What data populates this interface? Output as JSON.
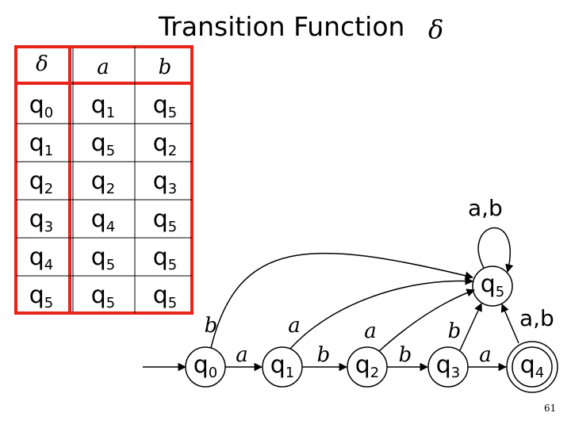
{
  "title": "Transition Function",
  "title_symbol": "δ",
  "table": {
    "header": [
      "δ",
      "a",
      "b"
    ],
    "rows": [
      {
        "state": "q0",
        "a": "q1",
        "b": "q5"
      },
      {
        "state": "q1",
        "a": "q5",
        "b": "q2"
      },
      {
        "state": "q2",
        "a": "q2",
        "b": "q3"
      },
      {
        "state": "q3",
        "a": "q4",
        "b": "q5"
      },
      {
        "state": "q4",
        "a": "q5",
        "b": "q5"
      },
      {
        "state": "q5",
        "a": "q5",
        "b": "q5"
      }
    ]
  },
  "diagram": {
    "states": [
      "q0",
      "q1",
      "q2",
      "q3",
      "q4",
      "q5"
    ],
    "accepting_state": "q4",
    "transitions": [
      {
        "from": "q0",
        "to": "q1",
        "label": "a"
      },
      {
        "from": "q1",
        "to": "q2",
        "label": "b"
      },
      {
        "from": "q2",
        "to": "q3",
        "label": "b"
      },
      {
        "from": "q3",
        "to": "q4",
        "label": "a"
      },
      {
        "from": "q0",
        "to": "q5",
        "label": "b"
      },
      {
        "from": "q1",
        "to": "q5",
        "label": "a"
      },
      {
        "from": "q2",
        "to": "q5",
        "label": "a"
      },
      {
        "from": "q3",
        "to": "q5",
        "label": "b"
      },
      {
        "from": "q4",
        "to": "q5",
        "label": "a,b"
      },
      {
        "from": "q5",
        "to": "q5",
        "label": "a,b"
      }
    ]
  },
  "page_number": "61"
}
